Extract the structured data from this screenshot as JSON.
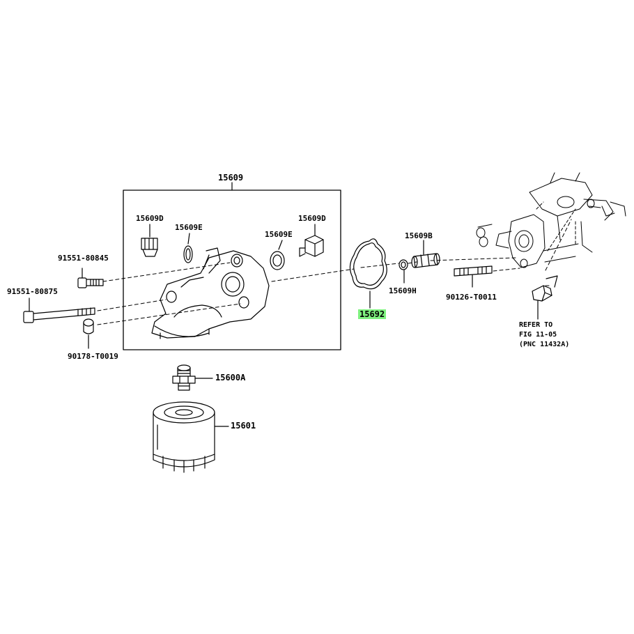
{
  "diagram": {
    "labels": {
      "p15609": "15609",
      "p15609d_left": "15609D",
      "p15609e_left": "15609E",
      "p15609e_right": "15609E",
      "p15609d_right": "15609D",
      "p15609b": "15609B",
      "p15609h": "15609H",
      "p15692": "15692",
      "p91551_80845": "91551-80845",
      "p91551_80875": "91551-80875",
      "p90178_t0019": "90178-T0019",
      "p90126_t0011": "90126-T0011",
      "p15600a": "15600A",
      "p15601": "15601"
    },
    "note_lines": [
      "REFER TO",
      "FIG 11-05",
      "(PNC 11432A)"
    ],
    "highlight_color": "#7ff27f",
    "line_color": "#000000"
  }
}
